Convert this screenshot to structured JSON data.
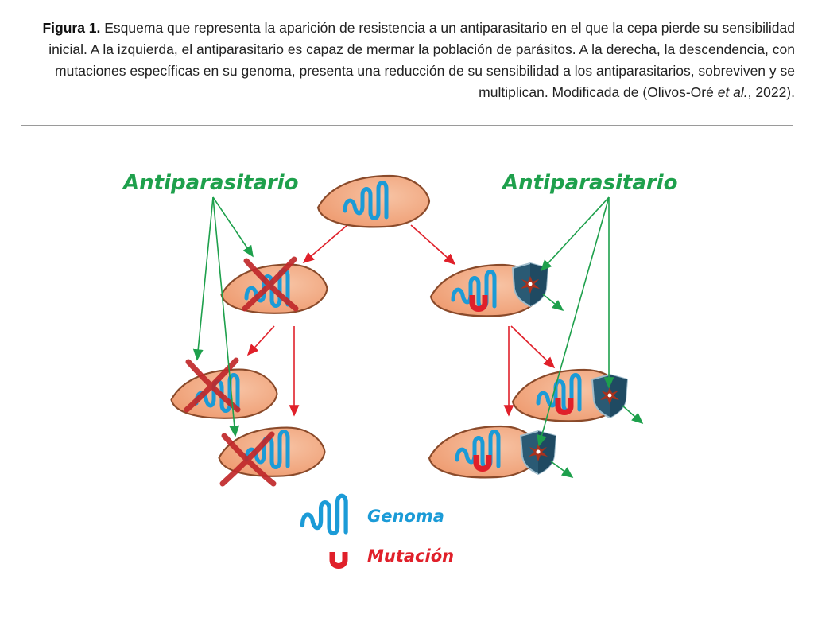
{
  "caption": {
    "figure_label": "Figura 1.",
    "text_before_italic": " Esquema que representa la aparición de resistencia a un antiparasitario en el que la cepa pierde su sensibilidad inicial. A la izquierda, el antiparasitario es capaz de mermar la población de parásitos. A la derecha, la descendencia, con mutaciones específicas en su genoma, presenta una reducción de su sensibilidad a los antiparasitarios, sobreviven y se multiplican. Modificada de (Olivos-Oré ",
    "italic": "et al.",
    "text_after_italic": ", 2022)."
  },
  "diagram": {
    "left_label": "Antiparasitario",
    "right_label": "Antiparasitario",
    "legend": {
      "genome_label": "Genoma",
      "mutation_label": "Mutación"
    }
  },
  "colors": {
    "green": "#1ea04c",
    "red": "#e0202a",
    "blue": "#1b9bd7",
    "cell_fill": "#f2a982",
    "cell_stroke": "#8a4a2a",
    "shield": "#2a5a74"
  }
}
